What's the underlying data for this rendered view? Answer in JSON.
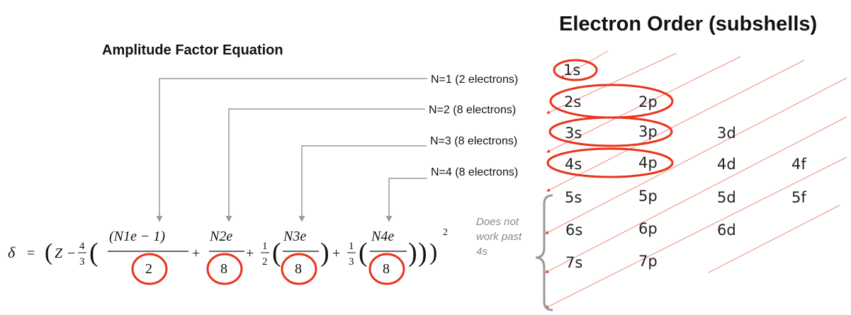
{
  "titles": {
    "equation": "Amplitude Factor Equation",
    "order": "Electron Order (subshells)"
  },
  "shells": {
    "row1": [
      "1s"
    ],
    "row2": [
      "2s",
      "2p"
    ],
    "row3": [
      "3s",
      "3p",
      "3d"
    ],
    "row4": [
      "4s",
      "4p",
      "4d",
      "4f"
    ],
    "row5": [
      "5s",
      "5p",
      "5d",
      "5f"
    ],
    "row6": [
      "6s",
      "6p",
      "6d"
    ],
    "row7": [
      "7s",
      "7p"
    ]
  },
  "shell_labels": [
    "N=1 (2 electrons)",
    "N=2 (8 electrons)",
    "N=3 (8 electrons)",
    "N=4 (8 electrons)"
  ],
  "note": {
    "line1": "Does not",
    "line2": "work past",
    "line3": "4s"
  },
  "equation": {
    "delta": "δ",
    "equals": "=",
    "z": "Z",
    "minus": "−",
    "four": "4",
    "three": "3",
    "term1_num": "(N1e − 1)",
    "term1_den": "2",
    "plus": "+",
    "term2_num": "N2e",
    "term2_den": "8",
    "one": "1",
    "two": "2",
    "term3_num": "N3e",
    "term3_den": "8",
    "term4_num": "N4e",
    "term4_den": "8",
    "exponent": "2"
  },
  "colors": {
    "highlight": "#e8341c",
    "diagonal": "#f08a7e",
    "connector": "#999999",
    "text": "#111111",
    "note": "#8a8a8a"
  }
}
